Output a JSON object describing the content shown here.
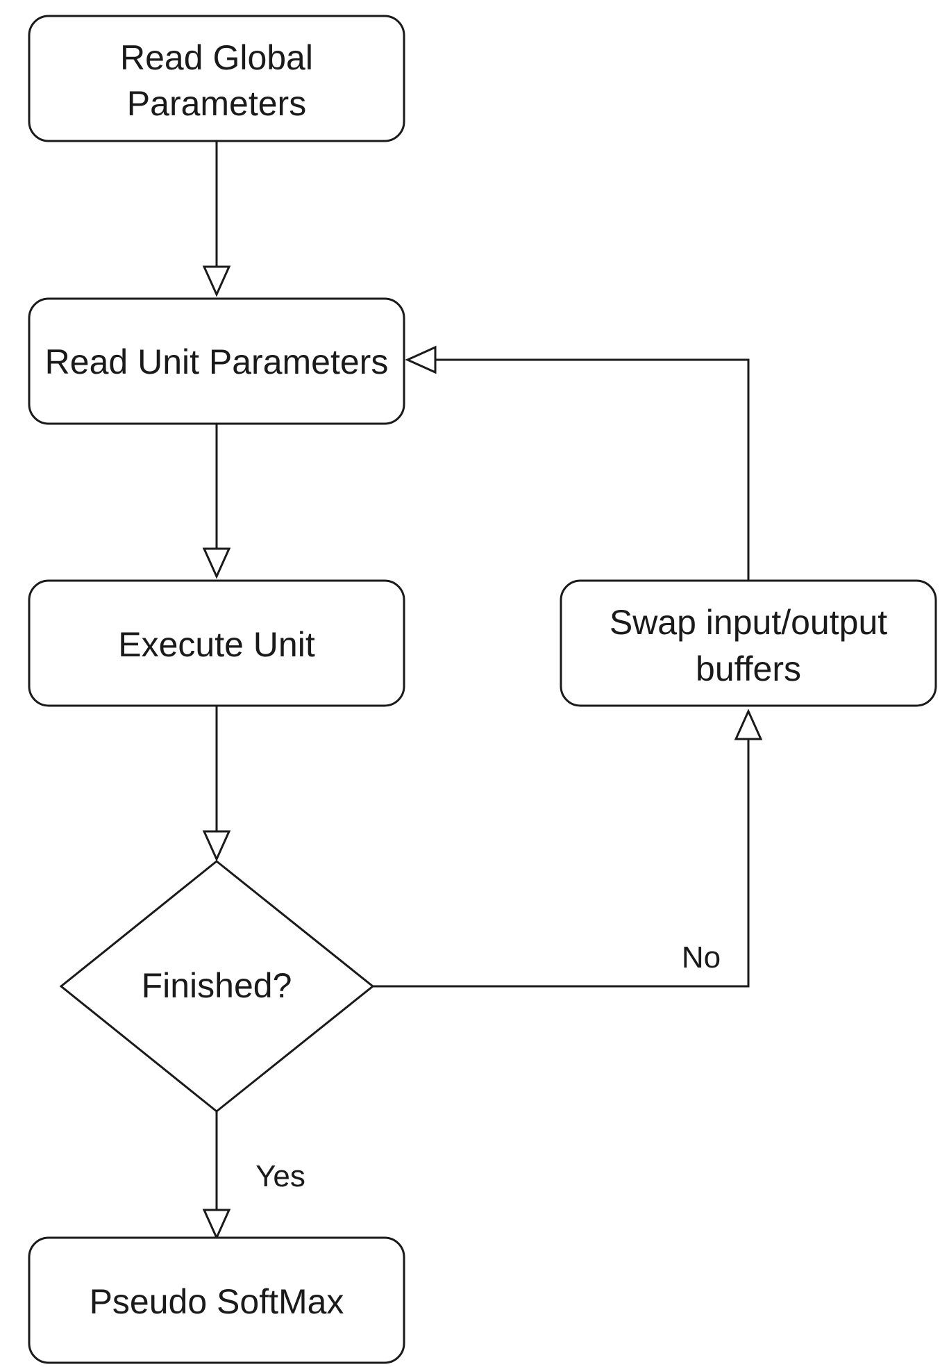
{
  "nodes": {
    "read_global": {
      "line1": "Read Global",
      "line2": "Parameters"
    },
    "read_unit": {
      "label": "Read Unit Parameters"
    },
    "execute_unit": {
      "label": "Execute Unit"
    },
    "finished": {
      "label": "Finished?"
    },
    "swap_buffers": {
      "line1": "Swap input/output",
      "line2": "buffers"
    },
    "pseudo_softmax": {
      "label": "Pseudo SoftMax"
    }
  },
  "edges": {
    "no_label": "No",
    "yes_label": "Yes"
  },
  "colors": {
    "stroke": "#1a1a1a",
    "background": "#ffffff"
  }
}
